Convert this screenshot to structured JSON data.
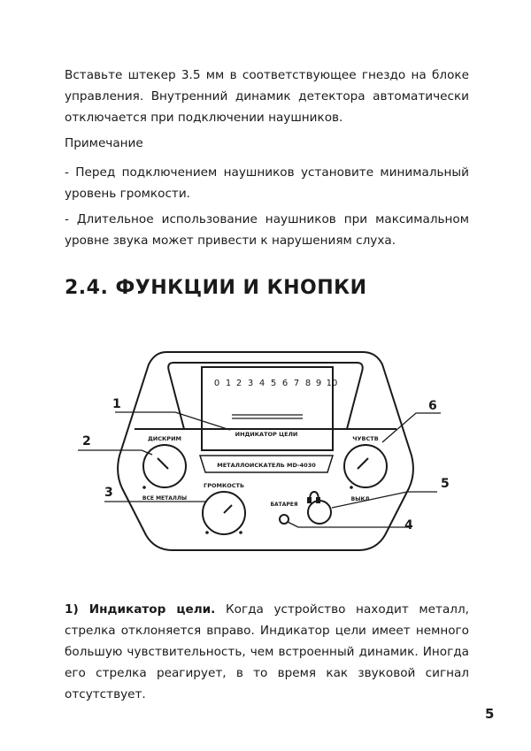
{
  "intro": {
    "para1": "Вставьте штекер 3.5 мм в соответствующее гнездо на блоке управления. Внутренний динамик детектора автоматически отключается при подключении наушников.",
    "note_title": "Примечание",
    "note1": "- Перед подключением наушников установите минимальный уровень громкости.",
    "note2": "- Длительное использование наушников при максимальном уровне звука может привести к нарушениям слуха."
  },
  "section": {
    "heading": "2.4. ФУНКЦИИ И КНОПКИ"
  },
  "diagram": {
    "scale": [
      "0",
      "1",
      "2",
      "3",
      "4",
      "5",
      "6",
      "7",
      "8",
      "9",
      "10"
    ],
    "meter_label": "ИНДИКАТОР ЦЕЛИ",
    "model": "МЕТАЛЛОИСКАТЕЛЬ МD-4030",
    "knob_left_label": "ДИСКРИМ",
    "knob_left_sub": "ВСЕ МЕТАЛЛЫ",
    "knob_right_label": "ЧУВСТВ",
    "knob_right_sub": "ВЫКЛ",
    "knob_volume_label": "ГРОМКОСТЬ",
    "battery_label": "БАТАРЕЯ",
    "callouts": [
      "1",
      "2",
      "3",
      "4",
      "5",
      "6"
    ]
  },
  "item1": {
    "bold": "1) Индикатор цели.",
    "text": " Когда устройство находит металл, стрелка отклоняется вправо. Индикатор цели имеет немного большую чувствительность, чем встроенный динамик. Иногда его стрелка реагирует, в то время как звуковой сигнал отсутствует."
  },
  "page_number": "5"
}
